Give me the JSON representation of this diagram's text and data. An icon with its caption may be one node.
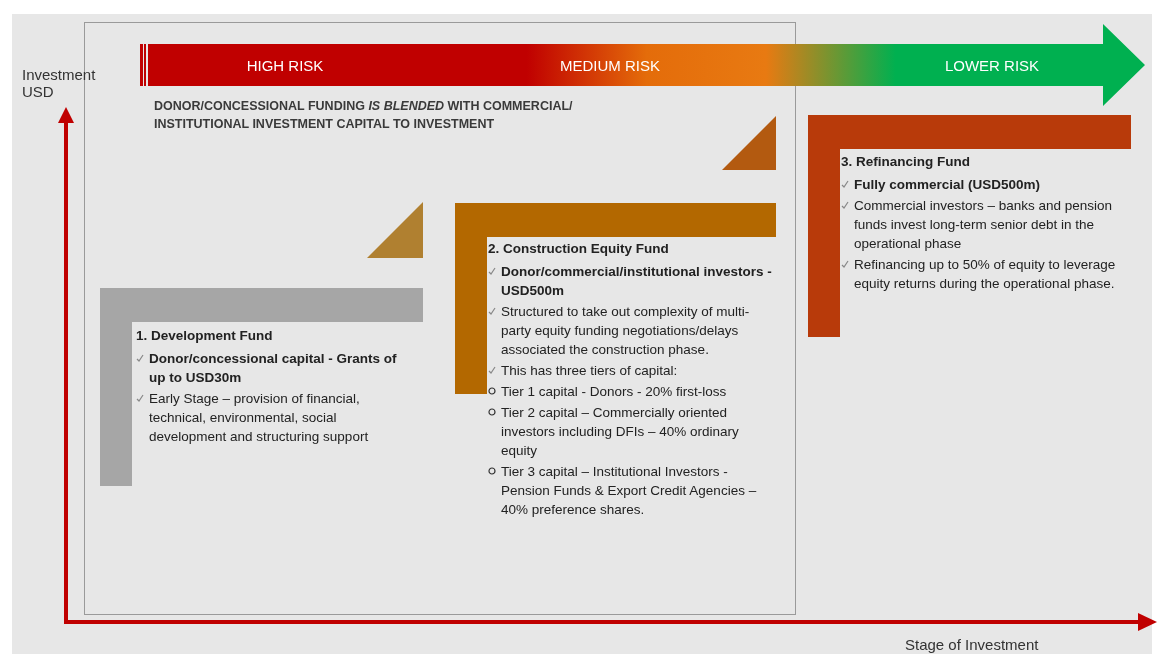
{
  "diagram": {
    "nodes": [
      {
        "text": [
          "1. Development Fund",
          "Donor/concessional capital - Grants of up to USD30m",
          "Early Stage – provision of financial, technical, environmental, social development and structuring support"
        ]
      },
      {
        "text": [
          "2. Construction Equity Fund",
          "Donor/commercial/institutional investors - USD500m",
          "Structured to take out complexity of multi-party equity funding negotiations/delays associated the construction phase.",
          "This has three tiers of capital:",
          "Tier 1 capital  - Donors - 20% first-loss",
          "Tier 2 capital – Commercially oriented investors including DFIs – 40% ordinary equity",
          "Tier 3 capital – Institutional Investors - Pension Funds & Export Credit Agencies – 40% preference shares."
        ]
      },
      {
        "text": [
          "3. Refinancing Fund",
          "Fully commercial (USD500m)",
          "Commercial investors – banks and pension funds invest long-term senior debt in the operational phase",
          "Refinancing up to 50% of equity to leverage equity returns during the operational phase."
        ]
      }
    ],
    "labels": [
      "Investment USD",
      "HIGH RISK",
      "MEDIUM RISK",
      "LOWER RISK",
      "DONOR/CONCESSIONAL FUNDING *IS BLENDED* WITH COMMERCIAL/ INSTITUTIONAL INVESTMENT CAPITAL TO INVESTMENT",
      "Stage of Investment"
    ]
  }
}
